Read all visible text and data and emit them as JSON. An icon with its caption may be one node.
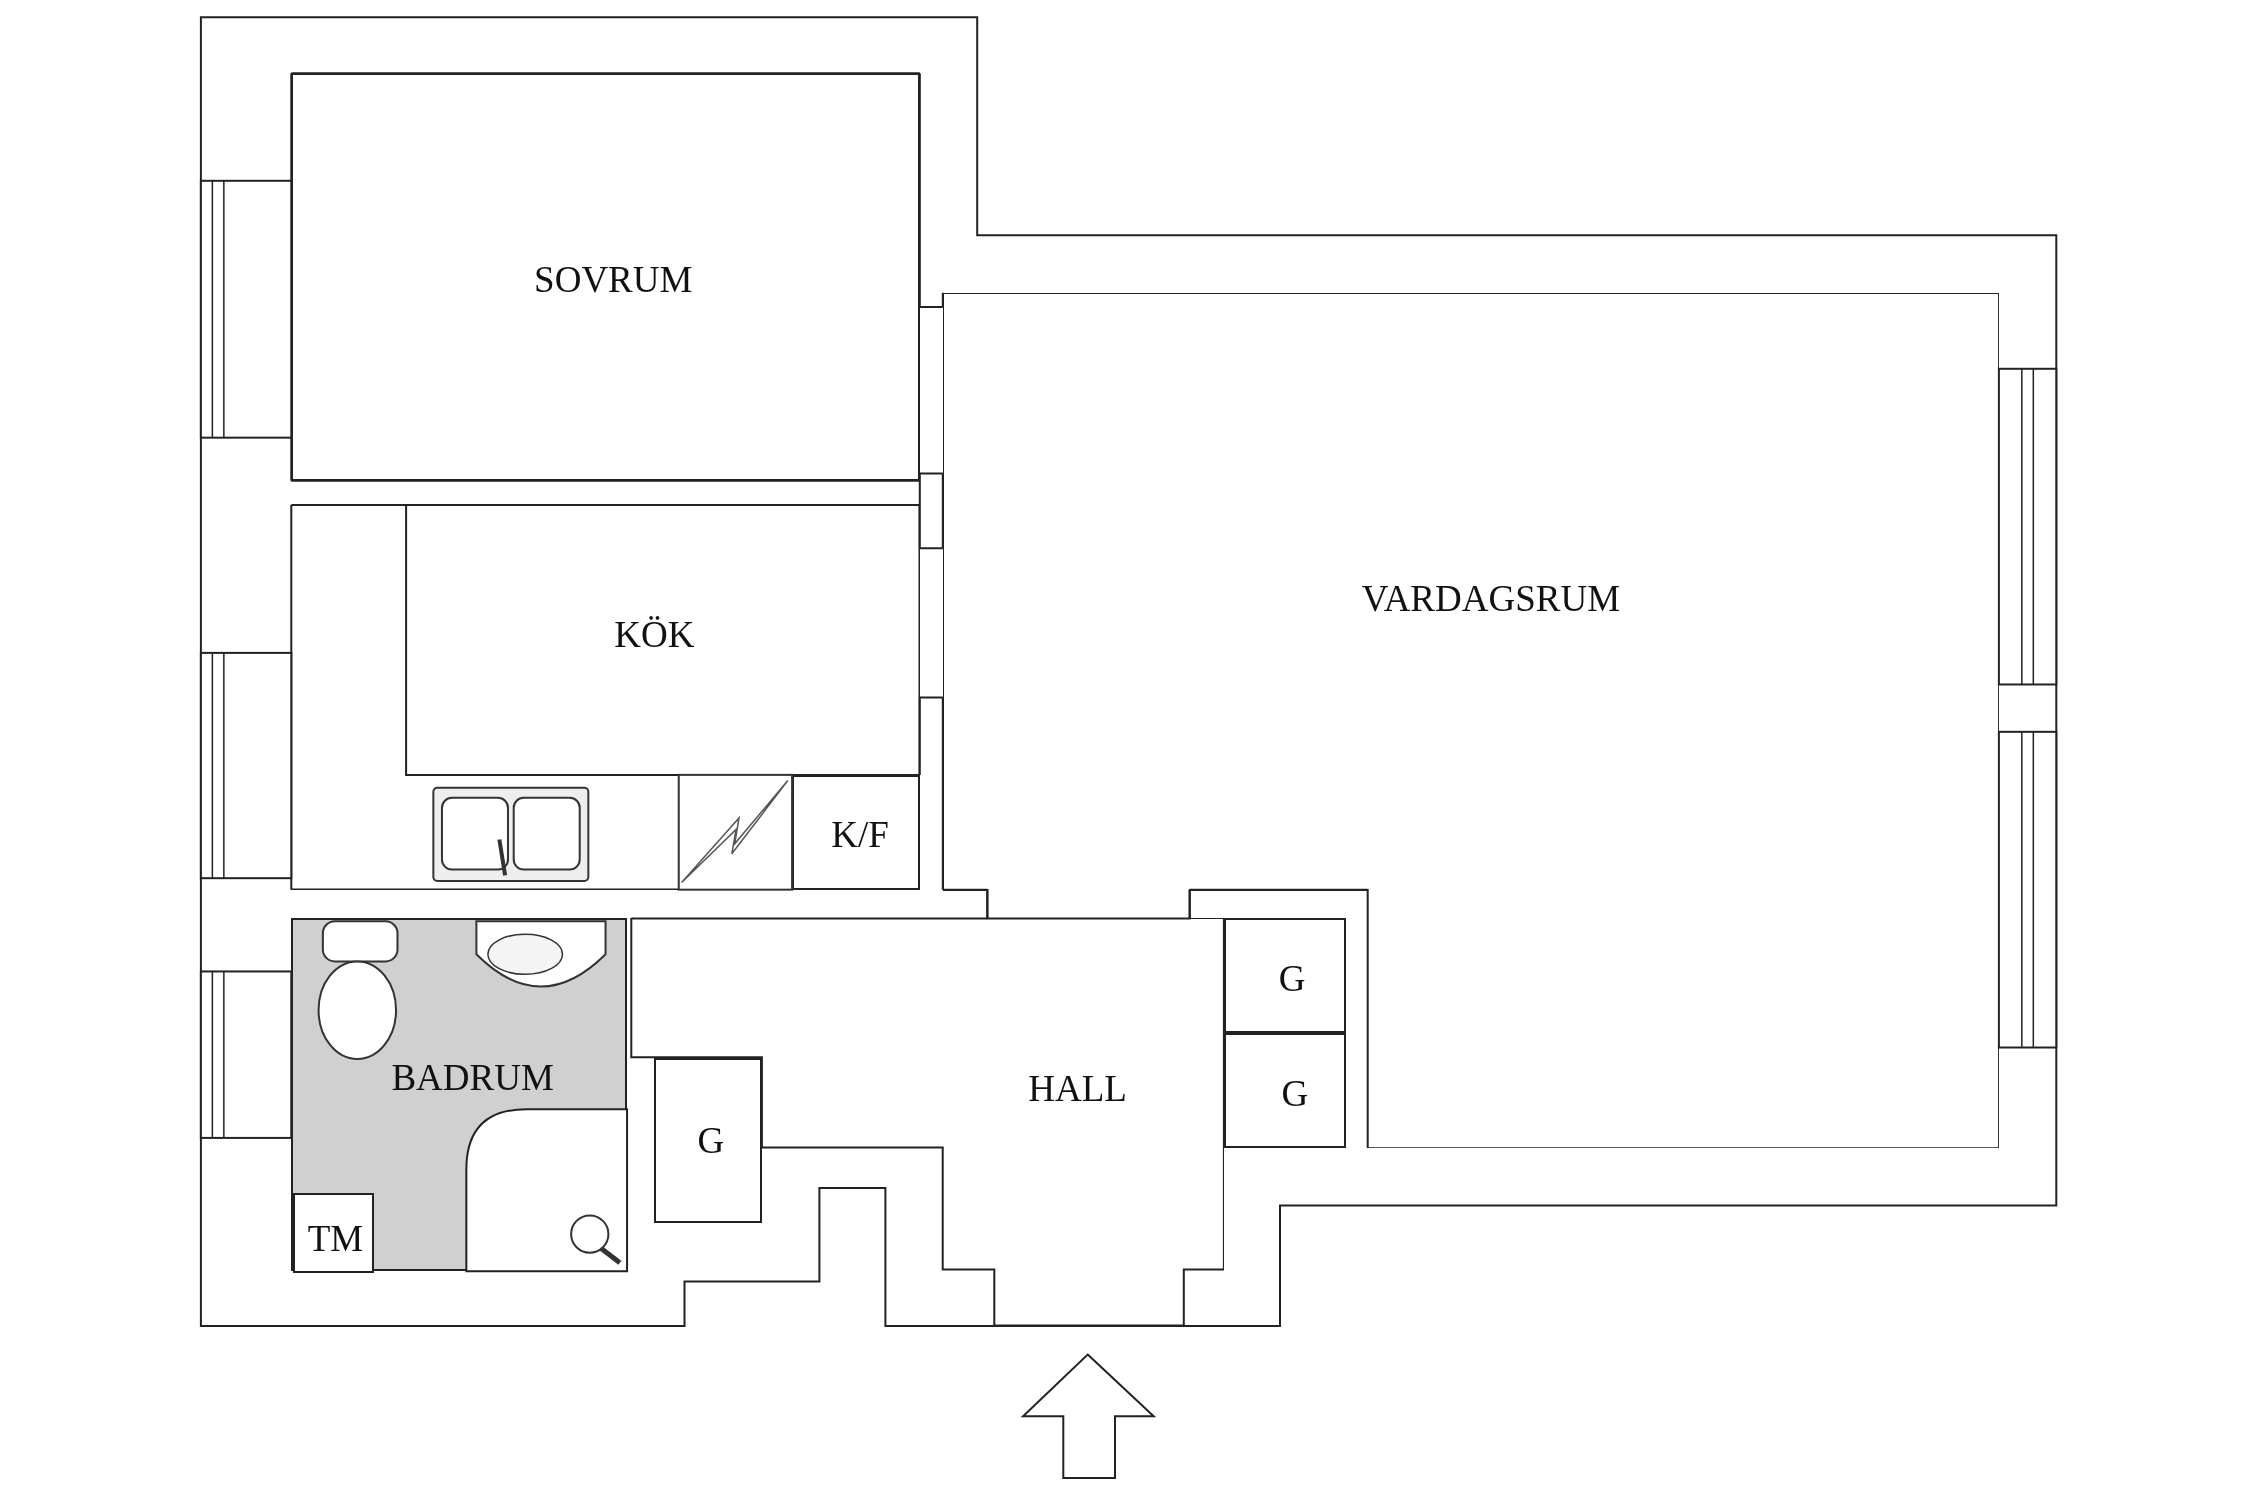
{
  "diagram": {
    "nodes": [
      {
        "text": [
          "SOVRUM"
        ]
      },
      {
        "text": [
          "VARDAGSRUM"
        ]
      },
      {
        "text": [
          "KÖK"
        ]
      },
      {
        "text": [
          "K/F"
        ],
        "in": 2
      },
      {
        "text": [
          "BADRUM"
        ]
      },
      {
        "text": [
          "TM"
        ],
        "in": 4
      },
      {
        "text": [
          "G"
        ]
      },
      {
        "text": [
          "HALL"
        ]
      },
      {
        "text": [
          "G"
        ]
      },
      {
        "text": [
          "G"
        ]
      }
    ]
  }
}
